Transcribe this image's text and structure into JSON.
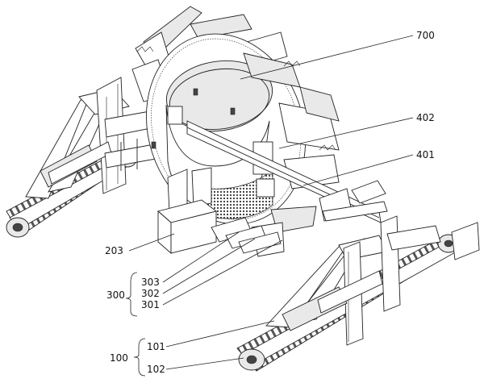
{
  "labels": {
    "l700": "700",
    "l402": "402",
    "l401": "401",
    "l203": "203",
    "l303": "303",
    "l302": "302",
    "l301": "301",
    "l300": "300",
    "l101": "101",
    "l100": "100",
    "l102": "102"
  }
}
